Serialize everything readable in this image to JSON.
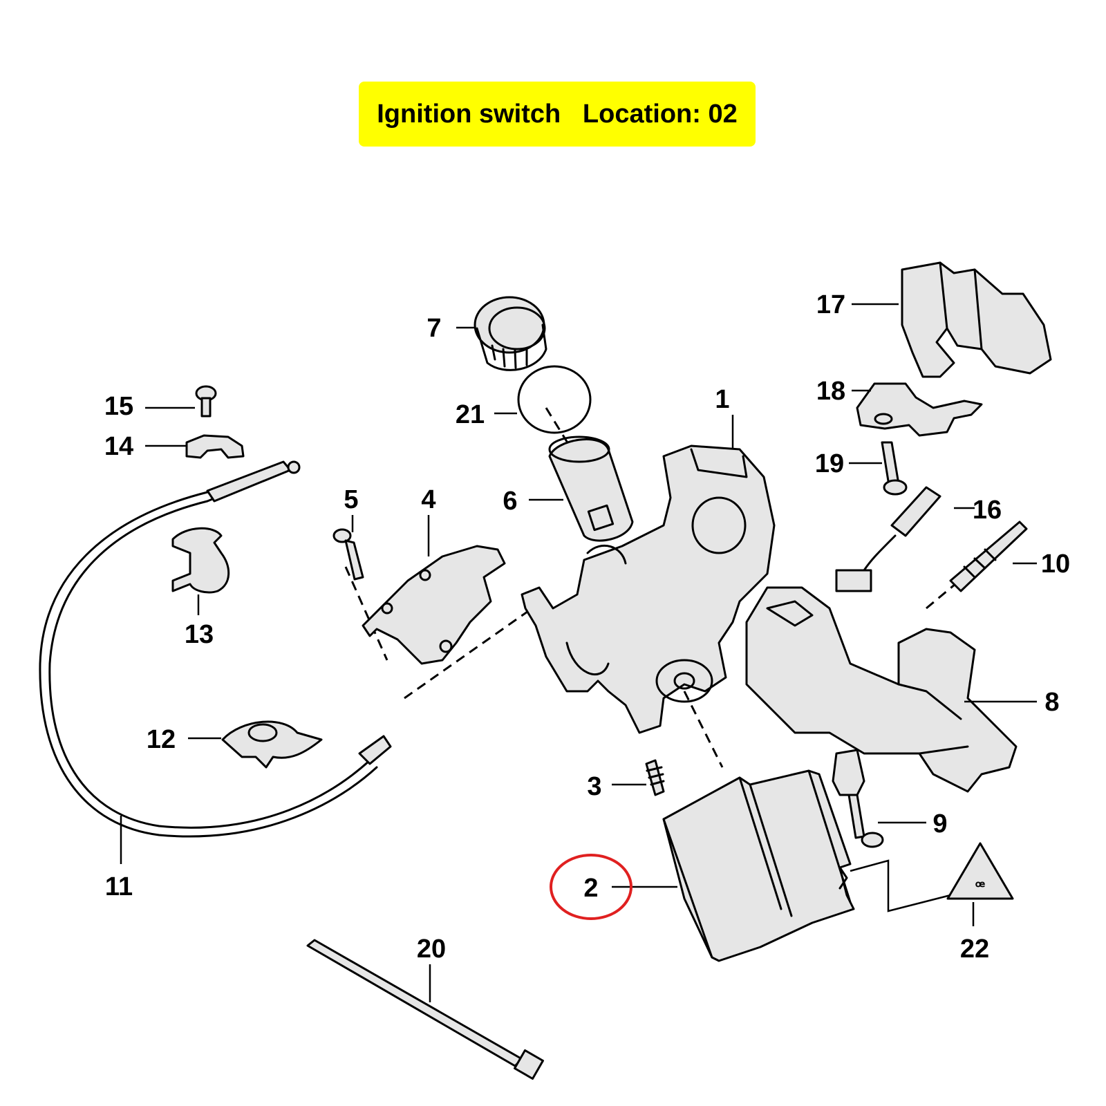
{
  "banner": {
    "part_name": "Ignition switch",
    "location": "Location: 02",
    "background_color": "#ffff00"
  },
  "highlight": {
    "callout": "2",
    "ring_color": "#e02020"
  },
  "callouts": {
    "c1": "1",
    "c2": "2",
    "c3": "3",
    "c4": "4",
    "c5": "5",
    "c6": "6",
    "c7": "7",
    "c8": "8",
    "c9": "9",
    "c10": "10",
    "c11": "11",
    "c12": "12",
    "c13": "13",
    "c14": "14",
    "c15": "15",
    "c16": "16",
    "c17": "17",
    "c18": "18",
    "c19": "19",
    "c20": "20",
    "c21": "21",
    "c22": "22"
  }
}
